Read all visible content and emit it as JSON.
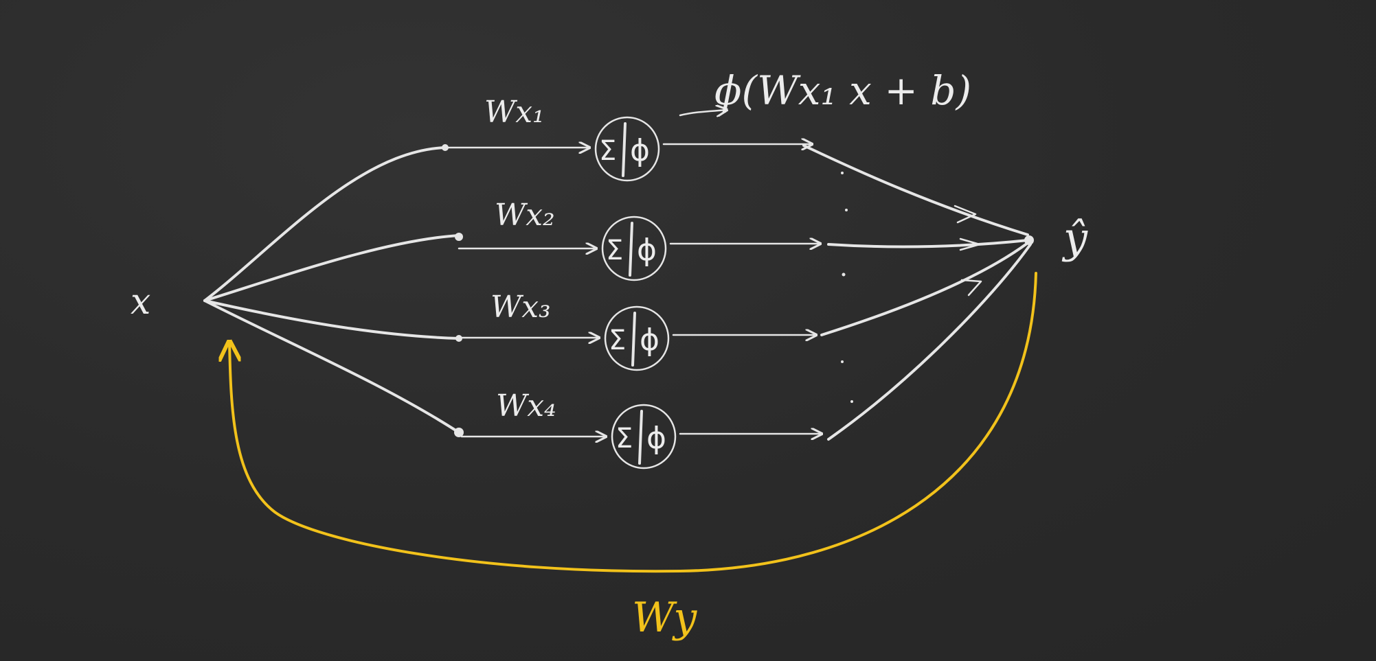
{
  "input_label": "x",
  "output_label": "ŷ",
  "top_formula": "ϕ(Wx₁ x + b)",
  "feedback_label": "Wy",
  "colors": {
    "background": "#2b2b2b",
    "chalk": "#e6e6e6",
    "feedback": "#f2c21b"
  },
  "neurons": [
    {
      "weight_label": "Wx₁",
      "sum_symbol": "Σ",
      "activation_symbol": "ϕ"
    },
    {
      "weight_label": "Wx₂",
      "sum_symbol": "Σ",
      "activation_symbol": "ϕ"
    },
    {
      "weight_label": "Wx₃",
      "sum_symbol": "Σ",
      "activation_symbol": "ϕ"
    },
    {
      "weight_label": "Wx₄",
      "sum_symbol": "Σ",
      "activation_symbol": "ϕ"
    }
  ]
}
